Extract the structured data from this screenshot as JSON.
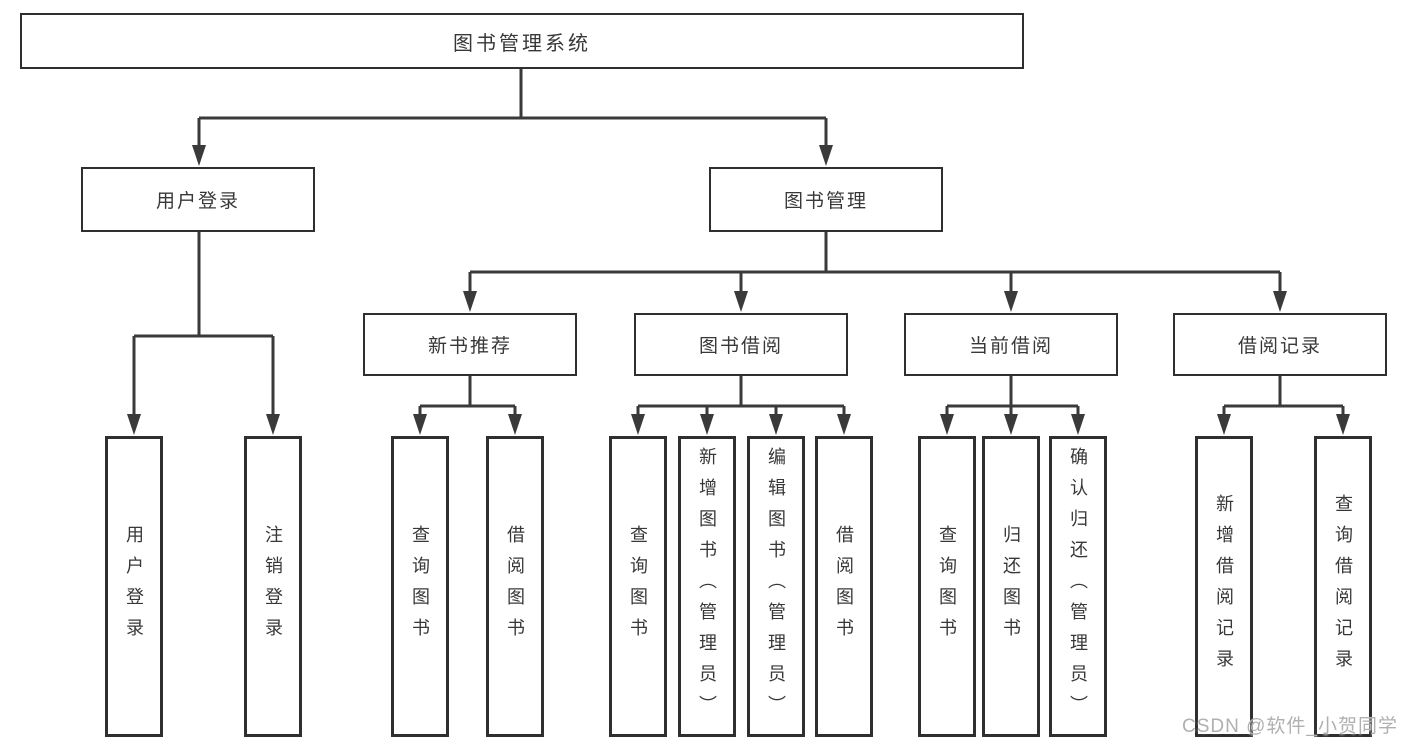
{
  "diagram_title": "图书管理系统",
  "nodes": {
    "root": "图书管理系统",
    "user_login": "用户登录",
    "book_management": "图书管理",
    "new_book_recommend": "新书推荐",
    "book_borrow": "图书借阅",
    "current_borrow": "当前借阅",
    "borrow_records": "借阅记录",
    "leaf_user_login": "用户登录",
    "leaf_logout": "注销登录",
    "leaf_query_books_1": "查询图书",
    "leaf_borrow_books_1": "借阅图书",
    "leaf_query_books_2": "查询图书",
    "leaf_add_books": "新增图书（管理员）",
    "leaf_edit_books": "编辑图书（管理员）",
    "leaf_borrow_books_2": "借阅图书",
    "leaf_query_books_3": "查询图书",
    "leaf_return_books": "归还图书",
    "leaf_confirm_return": "确认归还（管理员）",
    "leaf_add_borrow_record": "新增借阅记录",
    "leaf_query_borrow_record": "查询借阅记录"
  },
  "watermark": "CSDN @软件_小贺同学",
  "colors": {
    "line": "#3a3a3a",
    "box_border": "#2f2f2f",
    "text": "#383838",
    "watermark": "#b0b0b0",
    "background": "#ffffff"
  }
}
